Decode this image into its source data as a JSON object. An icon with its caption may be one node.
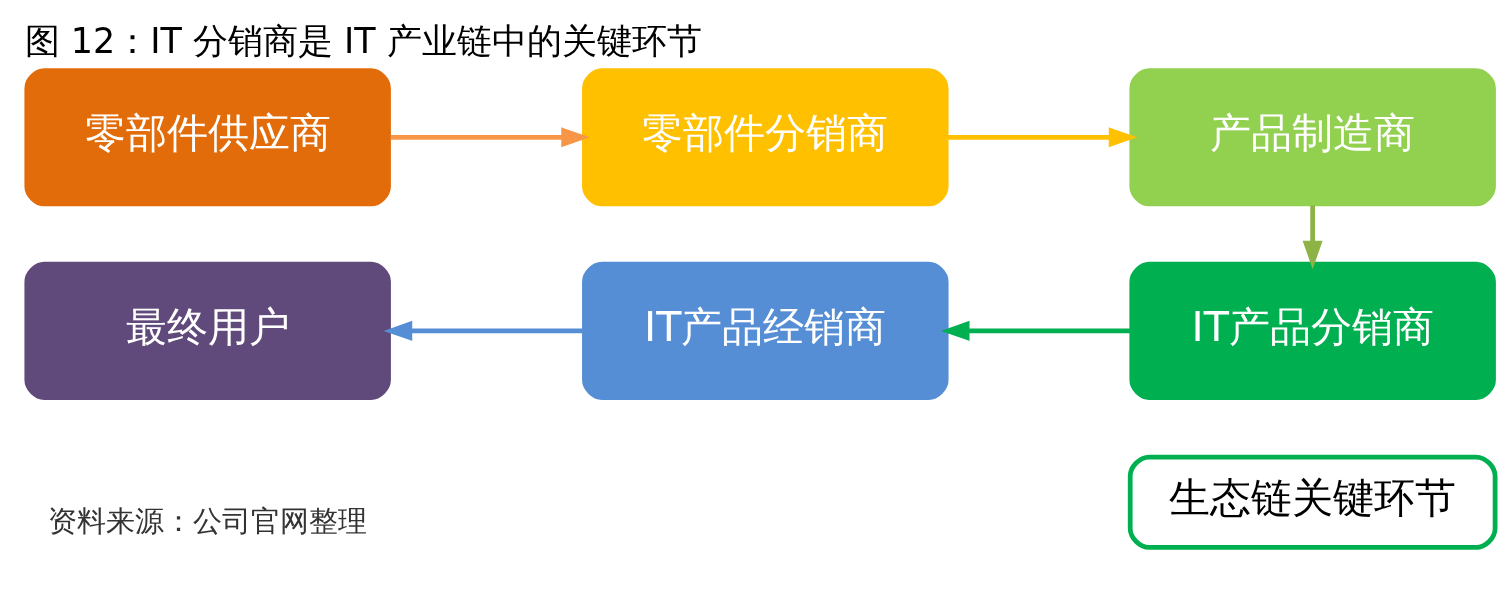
{
  "diagram": {
    "title": "图 12：IT 分销商是 IT 产业链中的关键环节",
    "caption": "资料来源：公司官网整理",
    "nodes": [
      {
        "text": [
          "零部件供应商"
        ]
      },
      {
        "text": [
          "零部件分销商"
        ]
      },
      {
        "text": [
          "产品制造商"
        ]
      },
      {
        "text": [
          "最终用户"
        ]
      },
      {
        "text": [
          "IT产品经销商"
        ]
      },
      {
        "text": [
          "IT产品分销商"
        ]
      },
      {
        "text": [
          "生态链关键环节"
        ]
      }
    ],
    "edges": [
      {
        "from": 0,
        "to": 1,
        "arrow": "to",
        "color": "#f79646"
      },
      {
        "from": 1,
        "to": 2,
        "arrow": "to",
        "color": "#ffc000"
      },
      {
        "from": 2,
        "to": 5,
        "arrow": "to",
        "color": "#8db346"
      },
      {
        "from": 5,
        "to": 4,
        "arrow": "to",
        "color": "#00b050"
      },
      {
        "from": 4,
        "to": 3,
        "arrow": "to",
        "color": "#558ed5"
      }
    ]
  }
}
